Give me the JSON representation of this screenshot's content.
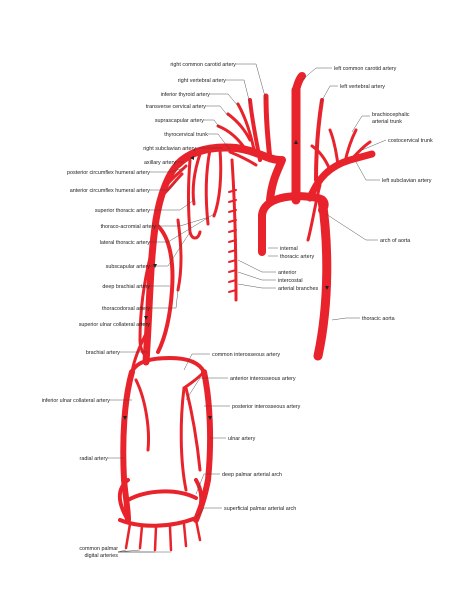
{
  "colors": {
    "artery": "#e8232b",
    "artery_dark": "#b8141c",
    "label": "#222222",
    "leader": "#444444"
  },
  "labels": {
    "right_common_carotid": "right common carotid artery",
    "right_vertebral": "right vertebral artery",
    "inferior_thyroid": "inferior thyroid artery",
    "transverse_cervical": "transverse cervical artery",
    "suprascapular": "suprascapular artery",
    "thyrocervical_trunk": "thyrocervical trunk",
    "right_subclavian": "right subclavian artery",
    "axillary": "axillary artery",
    "posterior_circumflex_humeral": "posterior circumflex humeral artery",
    "anterior_circumflex_humeral": "anterior circumflex humeral artery",
    "superior_thoracic": "superior thoracic artery",
    "thoraco_acromial": "thoraco-acromial artery",
    "lateral_thoracic": "lateral thoracic artery",
    "subscapular": "subscapular artery",
    "deep_brachial": "deep brachial artery",
    "thoracodorsal": "thoracodorsal artery",
    "superior_ulnar_collateral": "superior ulnar collateral artery",
    "brachial": "brachial artery",
    "inferior_ulnar_collateral": "inferior ulnar collateral artery",
    "radial": "radial artery",
    "common_palmar_digital_1": "common palmar",
    "common_palmar_digital_2": "digital arteries",
    "left_common_carotid": "left common carotid artery",
    "left_vertebral": "left vertebral artery",
    "brachiocephalic_1": "brachiocephalic",
    "brachiocephalic_2": "arterial trunk",
    "costocervical_trunk": "costocervical trunk",
    "left_subclavian": "left subclavian artery",
    "arch_of_aorta": "arch of aorta",
    "internal_thoracic_1": "internal",
    "internal_thoracic_2": "thoracic artery",
    "anterior_intercostal_1": "anterior",
    "anterior_intercostal_2": "intercostal",
    "anterior_intercostal_3": "arterial branches",
    "thoracic_aorta": "thoracic aorta",
    "common_interosseous": "common interosseous artery",
    "anterior_interosseous": "anterior interosseous artery",
    "posterior_interosseous": "posterior interosseous artery",
    "ulnar": "ulnar artery",
    "deep_palmar_arch": "deep palmar arterial arch",
    "superficial_palmar_arch": "superficial palmar arterial arch"
  }
}
